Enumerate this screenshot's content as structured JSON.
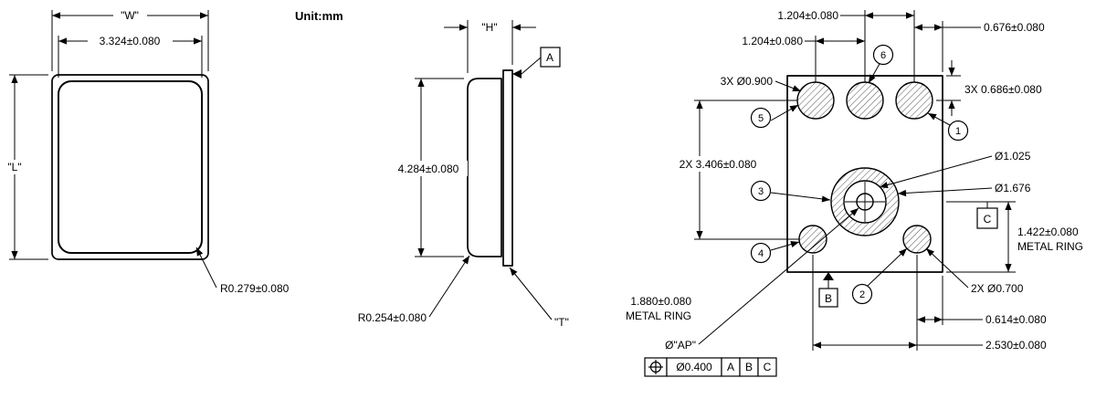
{
  "header": {
    "unit_note": "Unit:mm"
  },
  "front_view": {
    "width_ref": "\"W\"",
    "inner_width": "3.324±0.080",
    "length_ref": "\"L\"",
    "corner_radius": "R0.279±0.080"
  },
  "side_view": {
    "height_ref": "\"H\"",
    "body_height": "4.284±0.080",
    "corner_radius": "R0.254±0.080",
    "lid_thickness_ref": "\"T\"",
    "datum_a": "A"
  },
  "bottom_view": {
    "pitch_top_right": "1.204±0.080",
    "pitch_top_left": "1.204±0.080",
    "edge_offset_top": "0.676±0.080",
    "pad_dia_top": "3X Ø0.900",
    "pad_row_offset": "3X 0.686±0.080",
    "row_pitch": "2X 3.406±0.080",
    "ring_inner_dia": "Ø1.025",
    "ring_outer_dia": "Ø1.676",
    "datum_c": "C",
    "ring_offset": "1.422±0.080",
    "ring_offset_note": "METAL RING",
    "pad_dia_bottom": "2X Ø0.700",
    "ring_width": "1.880±0.080",
    "ring_width_note": "METAL RING",
    "datum_b": "B",
    "edge_offset_bottom": "0.614±0.080",
    "pad_pitch_bottom": "2.530±0.080",
    "aperture_dia": "Ø\"AP\"",
    "balloons": [
      "1",
      "2",
      "3",
      "4",
      "5",
      "6"
    ],
    "fcf": {
      "tolerance": "Ø0.400",
      "datum_1": "A",
      "datum_2": "B",
      "datum_3": "C"
    }
  }
}
